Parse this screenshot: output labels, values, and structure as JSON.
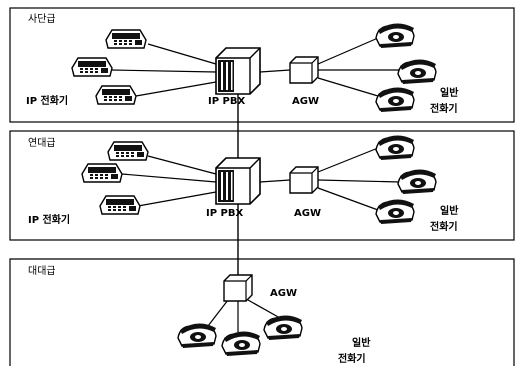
{
  "sections": [
    {
      "title": "사단급",
      "ip_phone_label": "IP 전화기",
      "pbx_label": "IP PBX",
      "agw_label": "AGW",
      "analog_label_line1": "일반",
      "analog_label_line2": "전화기",
      "ip_phone_count": 3,
      "analog_phone_count": 3
    },
    {
      "title": "연대급",
      "ip_phone_label": "IP 전화기",
      "pbx_label": "IP PBX",
      "agw_label": "AGW",
      "analog_label_line1": "일반",
      "analog_label_line2": "전화기",
      "ip_phone_count": 3,
      "analog_phone_count": 3
    },
    {
      "title": "대대급",
      "agw_label": "AGW",
      "analog_label_line1": "일반",
      "analog_label_line2": "전화기",
      "analog_phone_count": 3
    }
  ],
  "icons": {
    "ip_phone": "ip-phone-icon",
    "analog_phone": "analog-phone-icon",
    "pbx": "ip-pbx-icon",
    "agw": "agw-gateway-icon"
  },
  "colors": {
    "line": "#000000",
    "frame": "#000000",
    "fill": "#ffffff",
    "device_dark": "#1a1a1a"
  }
}
